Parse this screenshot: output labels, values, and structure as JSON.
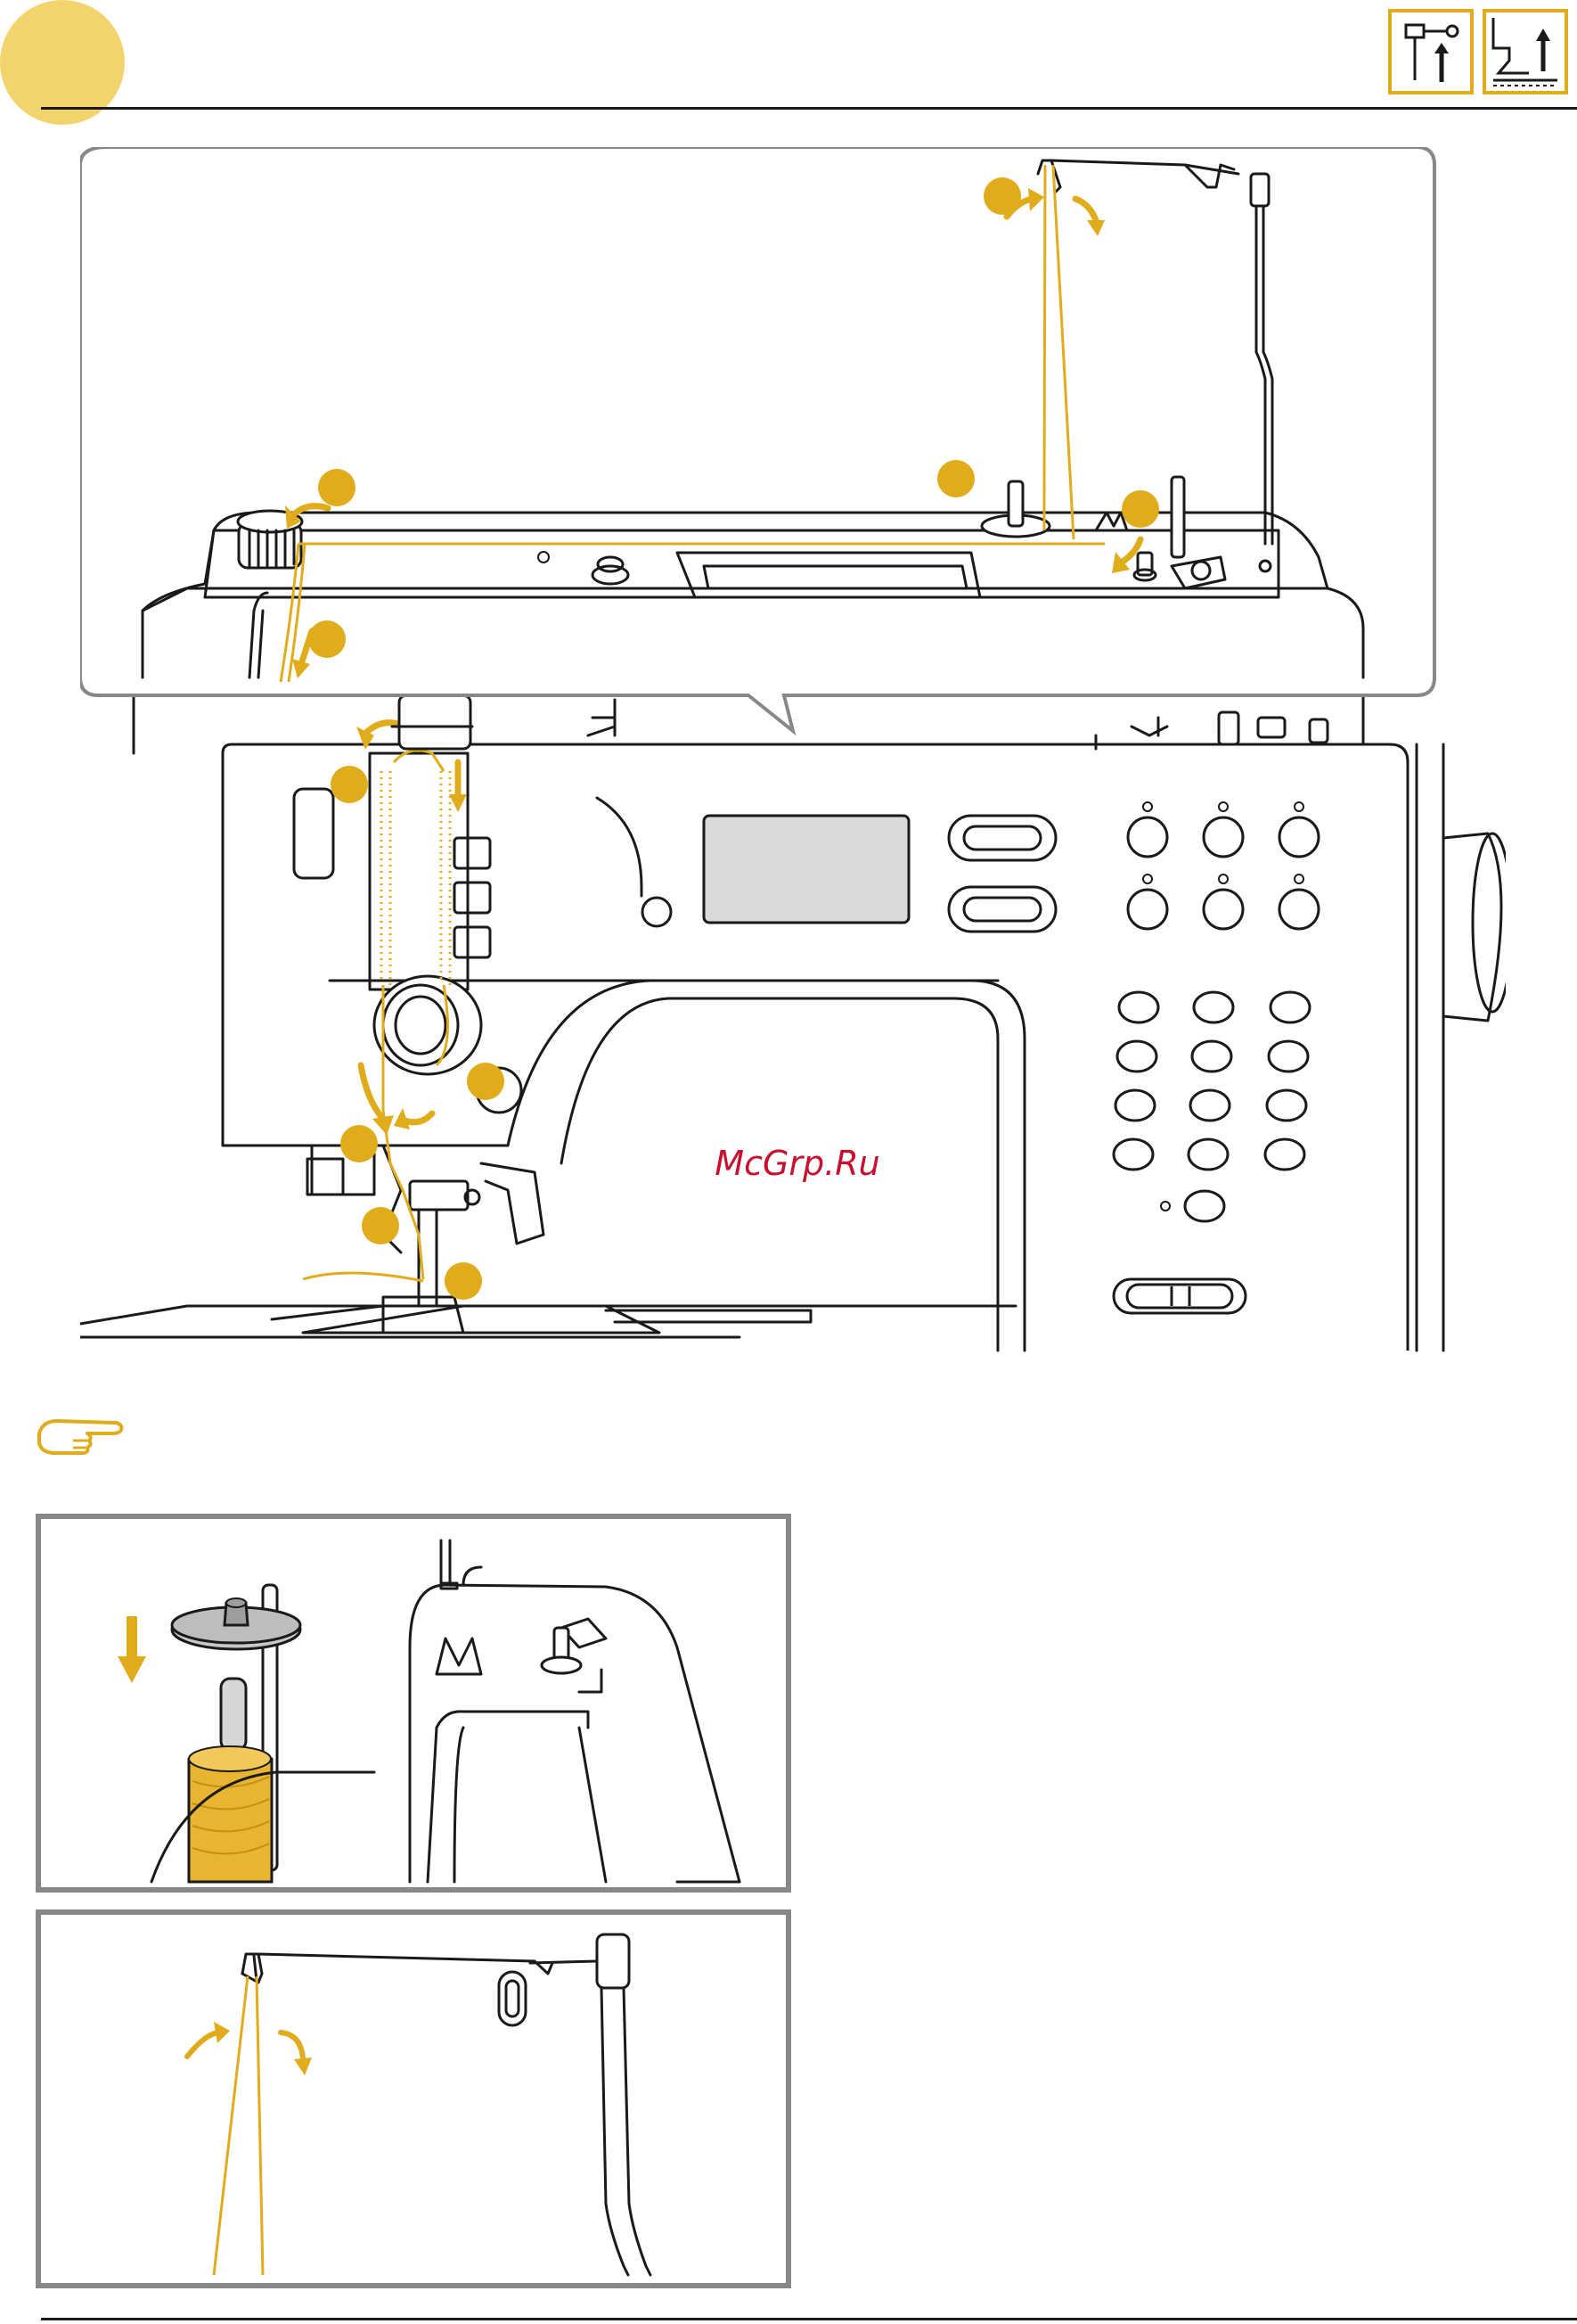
{
  "header": {
    "section_tab_color": "#f3d36b",
    "mode_icons": [
      "needle-up-icon",
      "presser-foot-up-icon"
    ]
  },
  "main_figure": {
    "callout_markers": 11,
    "accent_color": "#e0ac1b"
  },
  "watermark": {
    "text": "McGrp.Ru"
  },
  "note": {
    "icon": "pointing-hand-icon"
  },
  "detail_figures": [
    {
      "name": "spool-cap-detail"
    },
    {
      "name": "thread-guide-detail"
    }
  ]
}
